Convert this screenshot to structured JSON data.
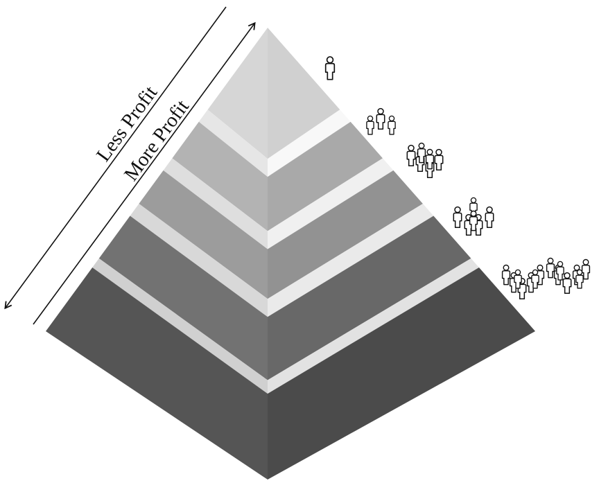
{
  "labels": {
    "less_profit": "Less Profit",
    "more_profit": "More Profit"
  },
  "arrows": [
    {
      "name": "less-profit-arrow",
      "direction": "down-left"
    },
    {
      "name": "more-profit-arrow",
      "direction": "up-right"
    }
  ],
  "tiers": [
    {
      "level": 1,
      "name": "apex",
      "people_count": 1,
      "face_color": "#d6d6d6",
      "band_color": "#e6e6e6"
    },
    {
      "level": 2,
      "name": "tier-2",
      "people_count": 3,
      "face_color": "#b3b3b3",
      "band_color": "#dedede"
    },
    {
      "level": 3,
      "name": "tier-3",
      "people_count": 6,
      "face_color": "#9c9c9c",
      "band_color": "#d8d8d8"
    },
    {
      "level": 4,
      "name": "tier-4",
      "people_count": 6,
      "face_color": "#727272",
      "band_color": "#d0d0d0"
    },
    {
      "level": 5,
      "name": "base",
      "people_count": 14,
      "face_color": "#555555",
      "band_color": "#cccccc"
    }
  ],
  "icons": {
    "person": "person-icon"
  }
}
